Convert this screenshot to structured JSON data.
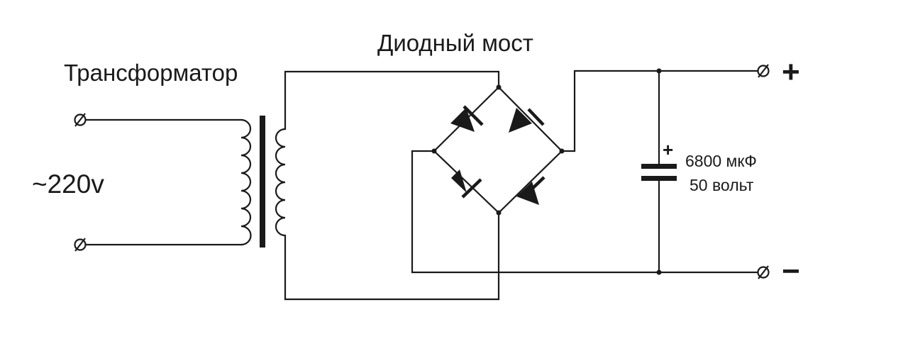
{
  "labels": {
    "transformer": "Трансформатор",
    "bridge": "Диодный мост",
    "input_voltage": "~220v",
    "capacitance": "6800 мкФ",
    "cap_voltage": "50 вольт",
    "cap_polarity": "+",
    "output_plus": "+",
    "output_minus": "−"
  },
  "colors": {
    "ink": "#1a1a1a",
    "background": "#ffffff"
  }
}
